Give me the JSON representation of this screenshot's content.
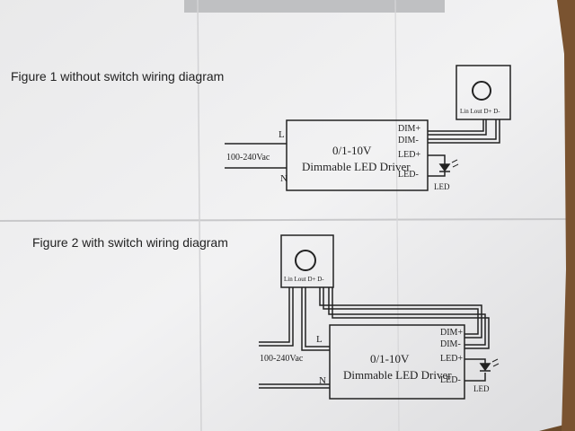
{
  "figure1": {
    "caption": "Figure 1 without switch wiring diagram",
    "driver_line1": "0/1-10V",
    "driver_line2": "Dimmable LED Driver",
    "input_label": "100-240Vac",
    "live": "L",
    "neutral": "N",
    "dim_plus": "DIM+",
    "dim_minus": "DIM-",
    "led_plus": "LED+",
    "led_minus": "LED-",
    "led_label": "LED",
    "switch_terminals": "Lin Lout D+ D-"
  },
  "figure2": {
    "caption": "Figure 2 with switch wiring diagram",
    "driver_line1": "0/1-10V",
    "driver_line2": "Dimmable LED Driver",
    "input_label": "100-240Vac",
    "live": "L",
    "neutral": "N",
    "dim_plus": "DIM+",
    "dim_minus": "DIM-",
    "led_plus": "LED+",
    "led_minus": "LED-",
    "led_label": "LED",
    "switch_terminals": "Lin Lout D+ D-"
  }
}
